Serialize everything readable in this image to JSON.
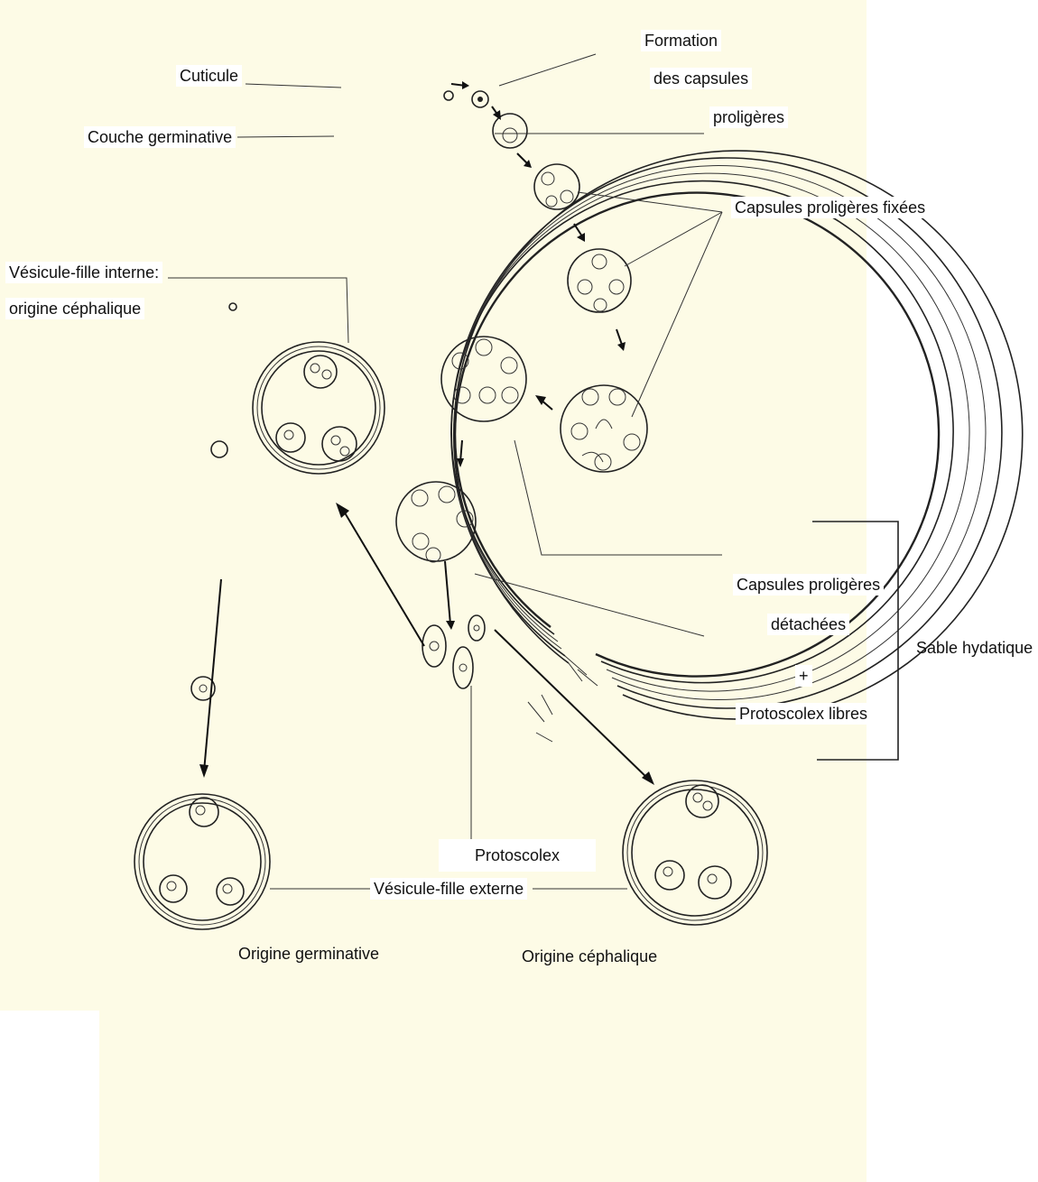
{
  "labels": {
    "cuticule": "Cuticule",
    "couche_germinative": "Couche germinative",
    "formation_line1": "Formation",
    "formation_line2": "des capsules",
    "formation_line3": "proligères",
    "capsules_fixees": "Capsules proligères fixées",
    "vesicule_interne_line1": "Vésicule-fille interne:",
    "vesicule_interne_line2": "origine céphalique",
    "capsules_detachees_line1": "Capsules proligères",
    "capsules_detachees_line2": "détachées",
    "plus": "+",
    "protoscolex_libres": "Protoscolex libres",
    "sable_hydatique": "Sable hydatique",
    "protoscolex": "Protoscolex",
    "vesicule_externe": "Vésicule-fille externe",
    "origine_germinative": "Origine germinative",
    "origine_cephalique": "Origine céphalique"
  },
  "colors": {
    "background_panel": "#fdfbe6",
    "ink": "#222222"
  }
}
